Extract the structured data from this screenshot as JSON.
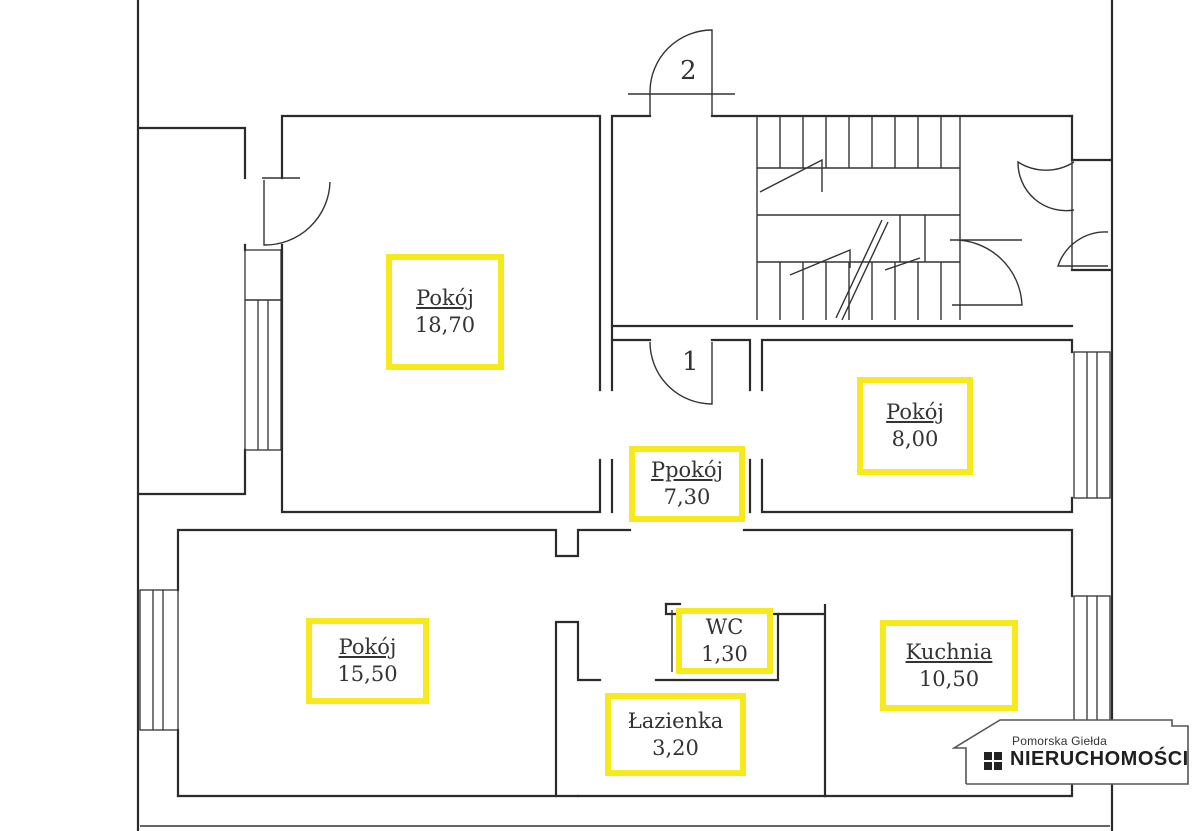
{
  "rooms": [
    {
      "name": "Pokój",
      "area": "18,70"
    },
    {
      "name": "Pokój",
      "area": "8,00"
    },
    {
      "name": "Ppokój",
      "area": "7,30"
    },
    {
      "name": "Pokój",
      "area": "15,50"
    },
    {
      "name": "WC",
      "area": "1,30"
    },
    {
      "name": "Kuchnia",
      "area": "10,50"
    },
    {
      "name": "Łazienka",
      "area": "3,20"
    }
  ],
  "doors": {
    "label_1": "1",
    "label_2": "2"
  },
  "logo": {
    "top_text": "Pomorska Giełda",
    "main_text": "NIERUCHOMOŚCI"
  },
  "colors": {
    "highlight": "#f7ea1c",
    "lines": "#2b2b2b"
  }
}
